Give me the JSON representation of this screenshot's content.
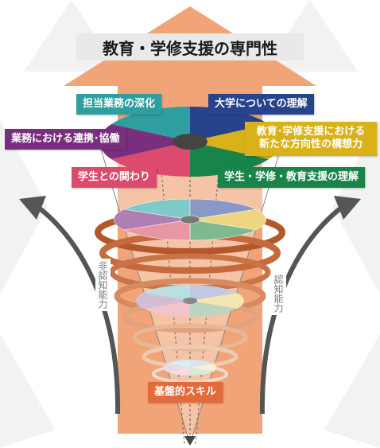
{
  "title": "教育・学修支援の専門性",
  "labels": {
    "top_left": "担当業務の深化",
    "top_right": "大学についての理解",
    "mid_left": "業務における連携･協働",
    "mid_right_line1": "教育･学修支援における",
    "mid_right_line2": "新たな方向性の構想力",
    "low_left": "学生との関わり",
    "low_right": "学生・学修・教育支援の理解",
    "base": "基盤的スキル"
  },
  "side_left": "非認知能力",
  "side_right": "認知能力",
  "colors": {
    "arrow": "#f0a477",
    "teal": "#2f9ea0",
    "navy": "#27438c",
    "purple": "#7a2f7e",
    "gold": "#d9b21a",
    "pink": "#dc4a6e",
    "green": "#18844a",
    "base": "#e36a3a"
  }
}
